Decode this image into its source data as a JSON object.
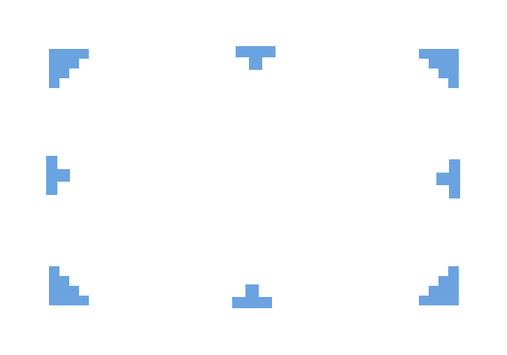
{
  "canvas": {
    "background": "#ffffff"
  },
  "handles": {
    "color": "#6aa3e0",
    "items": [
      {
        "id": "top-left",
        "icon": "resize-corner-top-left-icon"
      },
      {
        "id": "top-center",
        "icon": "resize-edge-top-icon"
      },
      {
        "id": "top-right",
        "icon": "resize-corner-top-right-icon"
      },
      {
        "id": "middle-left",
        "icon": "resize-edge-left-icon"
      },
      {
        "id": "middle-right",
        "icon": "resize-edge-right-icon"
      },
      {
        "id": "bottom-left",
        "icon": "resize-corner-bottom-left-icon"
      },
      {
        "id": "bottom-center",
        "icon": "resize-edge-bottom-icon"
      },
      {
        "id": "bottom-right",
        "icon": "resize-corner-bottom-right-icon"
      }
    ]
  }
}
